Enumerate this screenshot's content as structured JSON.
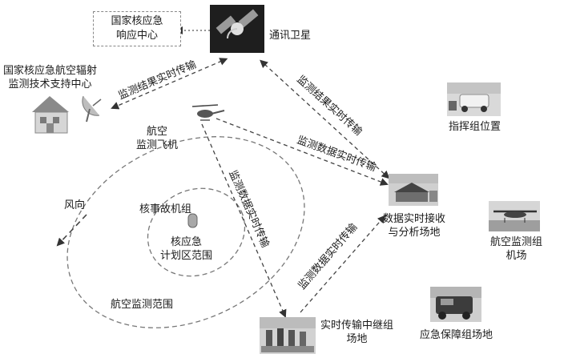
{
  "nodes": {
    "response_center": "国家核应急\n响应中心",
    "satellite": "通讯卫星",
    "support_center": "国家核应急航空辐射\n监测技术支持中心",
    "aircraft": "航空\n监测飞机",
    "command": "指挥组位置",
    "data_site": "数据实时接收\n与分析场地",
    "airport": "航空监测组\n机场",
    "relay": "实时传输中继组\n场地",
    "support_site": "应急保障组场地",
    "accident": "核事故机组",
    "plan_zone": "核应急\n计划区范围",
    "monitor_range": "航空监测范围",
    "wind": "风向"
  },
  "links": {
    "sat_to_support": "监测结果实时传输",
    "sat_to_data": "监测结果实时传输",
    "aircraft_to_data": "监测数据实时传输",
    "aircraft_to_relay": "监测数据实时传输",
    "relay_to_data": "监测数据实时传输"
  },
  "icons": [
    "satellite-icon",
    "house-icon",
    "dish-icon",
    "helicopter-icon",
    "car-icon",
    "tent-icon",
    "plane-icon",
    "people-icon",
    "truck-icon"
  ]
}
